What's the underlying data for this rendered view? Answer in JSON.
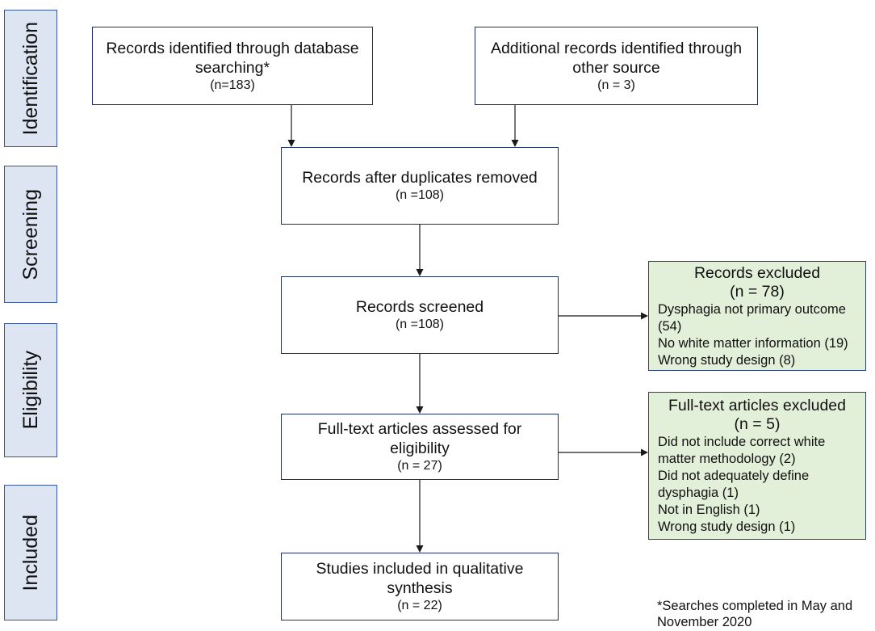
{
  "stage_labels": {
    "identification": "Identification",
    "screening": "Screening",
    "eligibility": "Eligibility",
    "included": "Included"
  },
  "identification": {
    "database_records": {
      "lines": [
        "Records identified through database",
        "searching*"
      ],
      "count": "(n=183)"
    },
    "other_records": {
      "lines": [
        "Additional records identified through",
        "other source"
      ],
      "count": "(n = 3)"
    }
  },
  "screening": {
    "after_duplicates_removed": {
      "lines": [
        "Records after duplicates removed"
      ],
      "count": "(n =108)"
    },
    "records_screened": {
      "lines": [
        "Records screened"
      ],
      "count": "(n =108)"
    },
    "records_excluded": {
      "title": "Records excluded",
      "count": "(n = 78)",
      "reasons": [
        {
          "lines": [
            "Dysphagia not primary outcome",
            "(54)"
          ]
        },
        {
          "lines": [
            "No white matter information (19)"
          ]
        },
        {
          "lines": [
            "Wrong study design (8)"
          ]
        }
      ]
    }
  },
  "eligibility": {
    "full_text_assessed": {
      "lines": [
        "Full-text articles assessed for",
        "eligibility"
      ],
      "count": "(n = 27)"
    },
    "full_text_excluded": {
      "title": "Full-text articles excluded",
      "count": "(n = 5)",
      "reasons": [
        {
          "lines": [
            "Did not include correct white",
            "matter methodology (2)"
          ]
        },
        {
          "lines": [
            "Did not adequately define",
            "dysphagia (1)"
          ]
        },
        {
          "lines": [
            "Not in English (1)"
          ]
        },
        {
          "lines": [
            "Wrong study design (1)"
          ]
        }
      ]
    }
  },
  "included": {
    "studies_included": {
      "lines": [
        "Studies included in qualitative",
        "synthesis"
      ],
      "count": "(n = 22)"
    }
  },
  "footnote": {
    "lines": [
      "*Searches completed in May and",
      "November 2020"
    ]
  },
  "colors": {
    "stage_fill": "#dce5f1",
    "stage_border": "#34589a",
    "box_border": "#1f2f6e",
    "exclusion_fill": "#e2efd9",
    "exclusion_border": "#2a3f7f",
    "arrow": "#1a1a1a",
    "text": "#111111"
  }
}
